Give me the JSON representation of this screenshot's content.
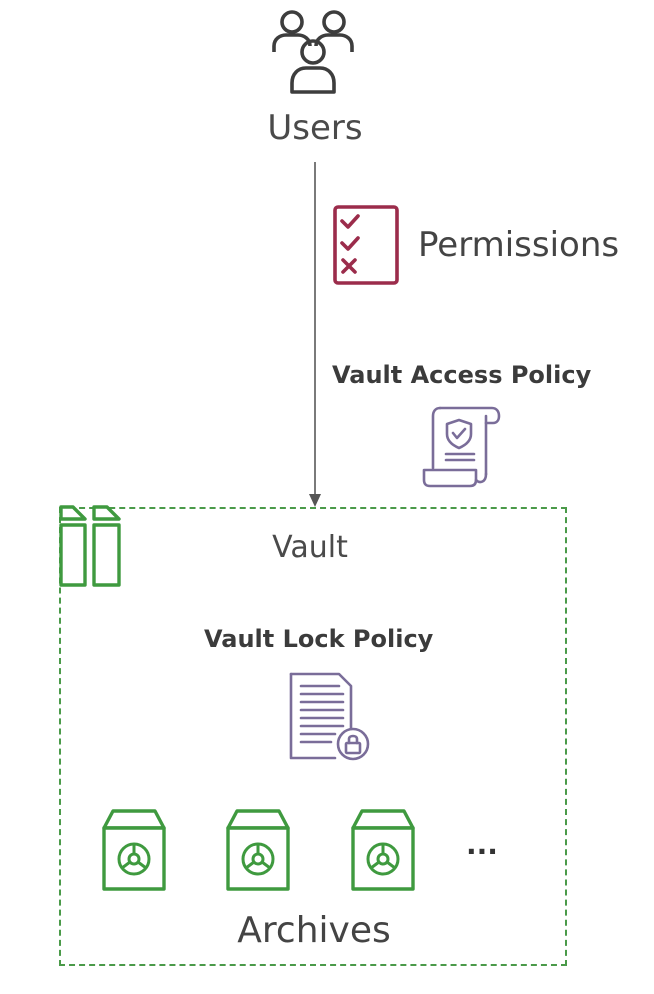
{
  "users": {
    "label": "Users",
    "icon": "users-group-icon"
  },
  "permissions": {
    "label": "Permissions",
    "icon": "checklist-icon"
  },
  "vault_access_policy": {
    "label": "Vault Access Policy",
    "icon": "policy-scroll-icon"
  },
  "vault": {
    "label": "Vault",
    "icon": "vault-icon"
  },
  "vault_lock_policy": {
    "label": "Vault Lock Policy",
    "icon": "locked-document-icon"
  },
  "archives": {
    "label": "Archives",
    "more": "...",
    "icon": "archive-icon",
    "count_shown": 3
  },
  "colors": {
    "green": "#3f9a3f",
    "maroon": "#9b2c4b",
    "purple": "#7a6d99",
    "arrow": "#777777"
  }
}
